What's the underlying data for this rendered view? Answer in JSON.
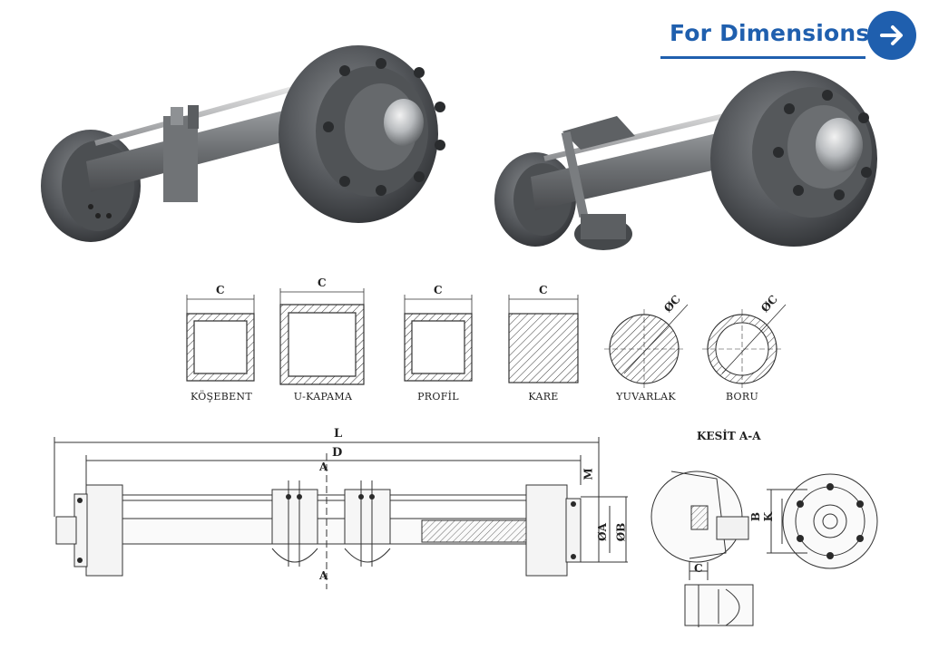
{
  "cta": {
    "label": "For Dimensions",
    "accent_color": "#1f5fae",
    "icon": "arrow-right-icon"
  },
  "sections": {
    "dimension_letter": "C",
    "diameter_letter": "ØC",
    "types": [
      {
        "label": "KÖŞEBENT"
      },
      {
        "label": "U-KAPAMA"
      },
      {
        "label": "PROFİL"
      },
      {
        "label": "KARE"
      },
      {
        "label": "YUVARLAK"
      },
      {
        "label": "BORU"
      }
    ]
  },
  "drawing": {
    "length_label": "L",
    "distance_label": "D",
    "section_mark": "A",
    "m_label": "M",
    "dia_a_label": "ØA",
    "dia_b_label": "ØB",
    "section_title": "KESİT A-A",
    "b_label": "B",
    "k_label": "K",
    "c_label": "C"
  }
}
